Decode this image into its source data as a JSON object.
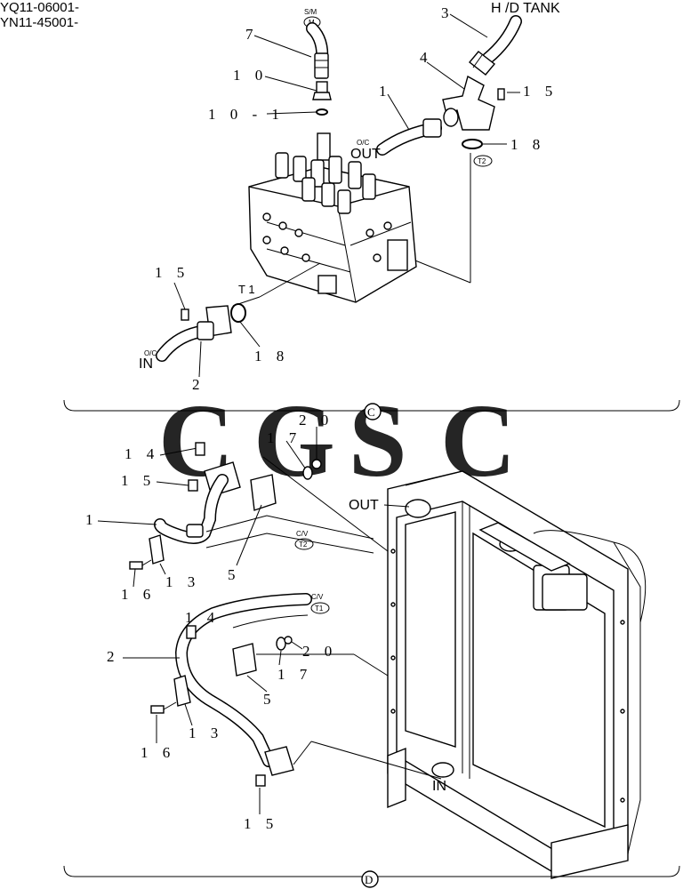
{
  "header": {
    "serial_1": "YQ11-06001-",
    "serial_2": "YN11-45001-"
  },
  "watermark": {
    "letters": [
      "C",
      "G",
      "S",
      "C"
    ],
    "colors": [
      "#5b8def",
      "#ef6461",
      "#f6cf4a",
      "#4cae7a"
    ]
  },
  "section_c": {
    "marker": "C",
    "labels": {
      "hd_tank": "H /D TANK",
      "out_tag": "O/C",
      "out": "OUT",
      "in_tag": "O/C",
      "in": "IN",
      "sm_top": "S/M",
      "sm_bottom": "M",
      "t2": "T2",
      "t1": "T 1"
    },
    "callouts": {
      "p7": "7",
      "p10": "1 0",
      "p10_1": "1 0 - 1",
      "p3": "3",
      "p4": "4",
      "p15_top": "1 5",
      "p1": "1",
      "p18_top": "1 8",
      "p15_left": "1 5",
      "p18_bottom": "1 8",
      "p2": "2"
    }
  },
  "section_d": {
    "marker": "D",
    "labels": {
      "out": "OUT",
      "in": "IN",
      "cv_t2_top": "C/V",
      "cv_t2_bottom": "T2",
      "cv_t1_top": "C/V",
      "cv_t1_bottom": "T1"
    },
    "callouts": {
      "p14_a": "1 4",
      "p15_a": "1 5",
      "p17_a": "1 7",
      "p20_a": "2 0",
      "p1": "1",
      "p5_a": "5",
      "p16_a": "1 6",
      "p13_a": "1 3",
      "p14_b": "1 4",
      "p2": "2",
      "p20_b": "2 0",
      "p17_b": "1 7",
      "p5_b": "5",
      "p13_b": "1 3",
      "p16_b": "1 6",
      "p15_b": "1 5"
    }
  }
}
